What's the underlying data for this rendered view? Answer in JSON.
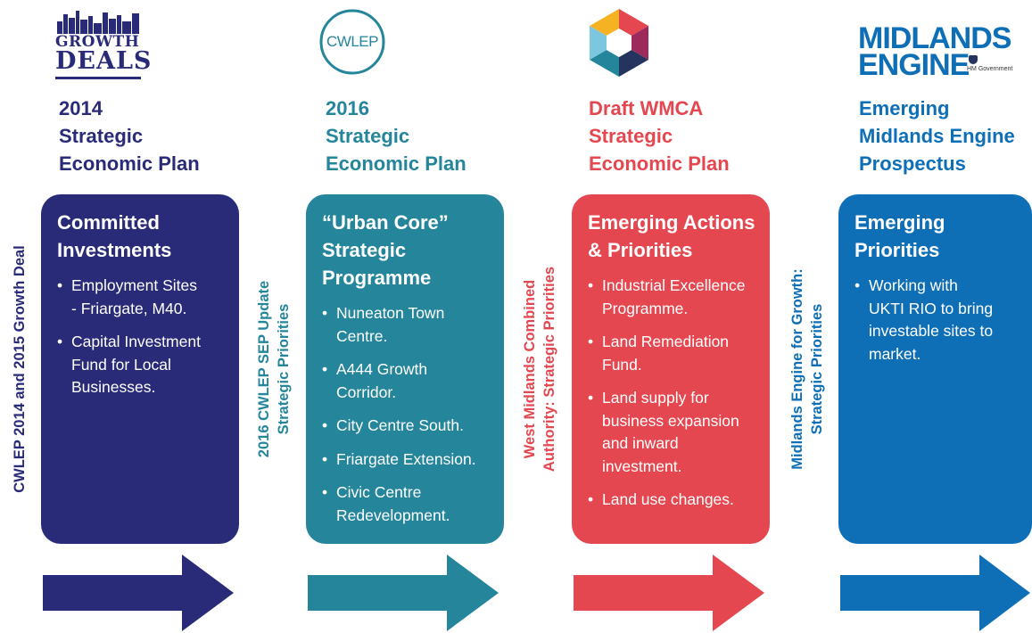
{
  "colors": {
    "navy": "#2a2b78",
    "teal": "#24859b",
    "red": "#e4474f",
    "blue": "#0e6fb6"
  },
  "logos": {
    "growth_deals": {
      "line1": "GROWTH",
      "line2": "DEALS"
    },
    "cwlep": {
      "text": "CWLEP"
    },
    "wmca": {
      "icon": "wmca-hexagon-icon"
    },
    "midlands_engine": {
      "line1": "MIDLANDS",
      "line2": "ENGINE",
      "tag": "HM Government"
    }
  },
  "columns": [
    {
      "heading": [
        "2014",
        "Strategic",
        "Economic Plan"
      ],
      "card_title": [
        "Committed",
        "Investments"
      ],
      "bullets": [
        [
          "Employment Sites",
          "- Friargate, M40."
        ],
        [
          "Capital Investment",
          "Fund for Local",
          "Businesses."
        ]
      ]
    },
    {
      "heading": [
        "2016",
        "Strategic",
        "Economic Plan"
      ],
      "card_title": [
        "“Urban Core”",
        "Strategic",
        "Programme"
      ],
      "bullets": [
        [
          "Nuneaton Town",
          "Centre."
        ],
        [
          "A444 Growth",
          "Corridor."
        ],
        [
          "City Centre South."
        ],
        [
          "Friargate Extension."
        ],
        [
          "Civic Centre",
          "Redevelopment."
        ]
      ]
    },
    {
      "heading": [
        "Draft WMCA",
        "Strategic",
        "Economic Plan"
      ],
      "card_title": [
        "Emerging Actions",
        "& Priorities"
      ],
      "bullets": [
        [
          "Industrial Excellence",
          "Programme."
        ],
        [
          "Land Remediation",
          "Fund."
        ],
        [
          "Land supply for",
          "business expansion",
          "and inward",
          "investment."
        ],
        [
          "Land use changes."
        ]
      ]
    },
    {
      "heading": [
        "Emerging",
        "Midlands Engine",
        "Prospectus"
      ],
      "card_title": [
        "Emerging",
        "Priorities"
      ],
      "bullets": [
        [
          "Working with",
          "UKTI RIO to bring",
          "investable sites to",
          "market."
        ]
      ]
    }
  ],
  "side_labels": [
    [
      "CWLEP 2014 and 2015 Growth Deal"
    ],
    [
      "2016 CWLEP SEP Update",
      "Strategic Priorities"
    ],
    [
      "West Midlands Combined",
      "Authority:  Strategic Priorities"
    ],
    [
      "Midlands Engine for Growth:",
      "Strategic Priorities"
    ]
  ]
}
